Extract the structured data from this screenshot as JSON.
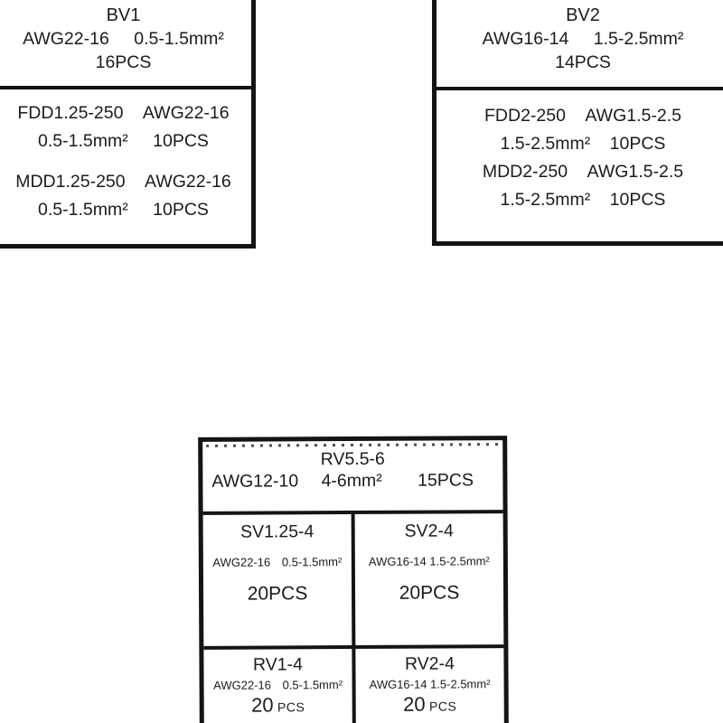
{
  "sheet": {
    "description": "terminal-assortment-label-sheet",
    "colors": {
      "ink": "#1b1b1b",
      "border": "#141414",
      "background": "#ffffff"
    },
    "bv1": {
      "title": "BV1",
      "awg": "AWG22-16",
      "mm": "0.5-1.5mm²",
      "qty": "16PCS",
      "items": [
        {
          "code": "FDD1.25-250",
          "awg": "AWG22-16",
          "mm": "0.5-1.5mm²",
          "qty": "10PCS"
        },
        {
          "code": "MDD1.25-250",
          "awg": "AWG22-16",
          "mm": "0.5-1.5mm²",
          "qty": "10PCS"
        }
      ]
    },
    "bv2": {
      "title": "BV2",
      "awg": "AWG16-14",
      "mm": "1.5-2.5mm²",
      "qty": "14PCS",
      "items": [
        {
          "code": "FDD2-250",
          "awg": "AWG1.5-2.5",
          "mm": "1.5-2.5mm²",
          "qty": "10PCS"
        },
        {
          "code": "MDD2-250",
          "awg": "AWG1.5-2.5",
          "mm": "1.5-2.5mm²",
          "qty": "10PCS"
        }
      ]
    },
    "rv": {
      "title": "RV5.5-6",
      "awg": "AWG12-10",
      "mm": "4-6mm²",
      "qty": "15PCS",
      "cells": [
        {
          "title": "SV1.25-4",
          "awg": "AWG22-16",
          "mm": "0.5-1.5mm²",
          "qty": "20PCS"
        },
        {
          "title": "SV2-4",
          "awg": "AWG16-14",
          "mm": "1.5-2.5mm²",
          "qty": "20PCS"
        },
        {
          "title": "RV1-4",
          "awg": "AWG22-16",
          "mm": "0.5-1.5mm²",
          "qty_num": "20",
          "qty_unit": "PCS"
        },
        {
          "title": "RV2-4",
          "awg": "AWG16-14",
          "mm": "1.5-2.5mm²",
          "qty_num": "20",
          "qty_unit": "PCS"
        }
      ]
    }
  }
}
